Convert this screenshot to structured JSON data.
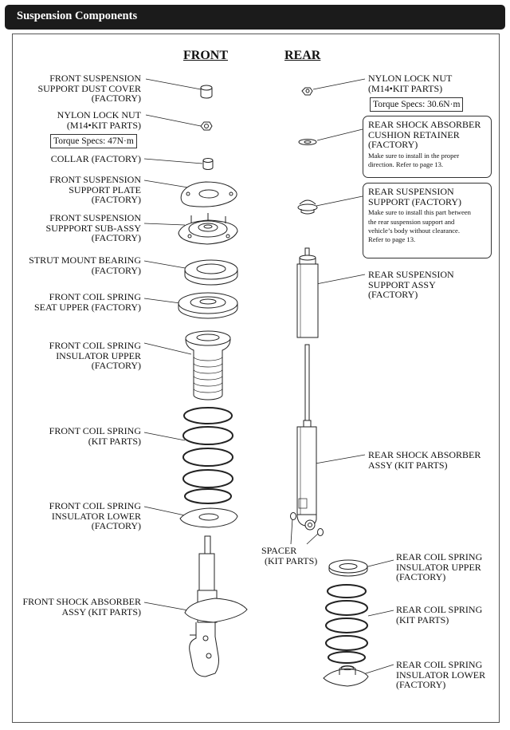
{
  "title": "Suspension Components",
  "headers": {
    "front": "FRONT",
    "rear": "REAR"
  },
  "front": {
    "dust_cover": [
      "FRONT SUSPENSION",
      "SUPPORT DUST COVER",
      "(FACTORY)"
    ],
    "lock_nut": [
      "NYLON LOCK NUT",
      "(M14•KIT PARTS)"
    ],
    "lock_nut_torque": "Torque Specs: 47N·m",
    "collar": "COLLAR (FACTORY)",
    "support_plate": [
      "FRONT SUSPENSION",
      "SUPPORT PLATE",
      "(FACTORY)"
    ],
    "support_subassy": [
      "FRONT SUSPENSION",
      "SUPPPORT SUB-ASSY",
      "(FACTORY)"
    ],
    "mount_bearing": [
      "STRUT MOUNT BEARING",
      "(FACTORY)"
    ],
    "seat_upper": [
      "FRONT COIL SPRING",
      "SEAT UPPER (FACTORY)"
    ],
    "insulator_upper": [
      "FRONT COIL SPRING",
      "INSULATOR UPPER",
      "(FACTORY)"
    ],
    "coil_spring": [
      "FRONT COIL SPRING",
      "(KIT PARTS)"
    ],
    "insulator_lower": [
      "FRONT COIL SPRING",
      "INSULATOR LOWER",
      "(FACTORY)"
    ],
    "shock_absorber": [
      "FRONT SHOCK ABSORBER",
      "ASSY (KIT PARTS)"
    ]
  },
  "rear": {
    "lock_nut": [
      "NYLON LOCK NUT",
      "(M14•KIT PARTS)"
    ],
    "lock_nut_torque": "Torque Specs: 30.6N·m",
    "cushion_retainer": {
      "title": [
        "REAR SHOCK ABSORBER",
        "CUSHION RETAINER",
        "(FACTORY)"
      ],
      "note": [
        "Make sure to install in the proper",
        "direction. Refer to page 13."
      ]
    },
    "support": {
      "title": [
        "REAR SUSPENSION",
        "SUPPORT (FACTORY)"
      ],
      "note": [
        "Make sure to install this part between",
        "the rear suspension support and",
        "vehicle’s body without clearance.",
        "Refer to page 13."
      ]
    },
    "support_assy": [
      "REAR SUSPENSION",
      "SUPPORT ASSY",
      "(FACTORY)"
    ],
    "shock_absorber": [
      "REAR SHOCK ABSORBER",
      "ASSY (KIT PARTS)"
    ],
    "spacer": [
      "SPACER",
      "(KIT PARTS)"
    ],
    "insulator_upper": [
      "REAR COIL SPRING",
      "INSULATOR UPPER",
      "(FACTORY)"
    ],
    "coil_spring": [
      "REAR COIL SPRING",
      "(KIT PARTS)"
    ],
    "insulator_lower": [
      "REAR COIL SPRING",
      "INSULATOR LOWER",
      "(FACTORY)"
    ]
  }
}
